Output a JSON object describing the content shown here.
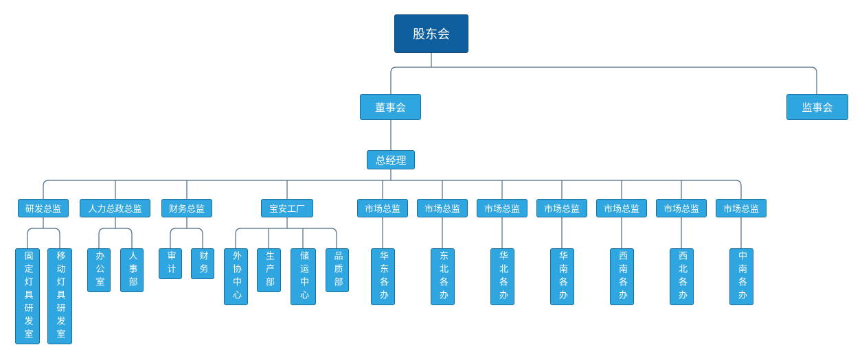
{
  "chart": {
    "root": "股东会",
    "board": "董事会",
    "supervisory_board": "监事会",
    "general_manager": "总经理",
    "directors": [
      {
        "label": "研发总监",
        "units": [
          "固定灯具研发室",
          "移动灯具研发室"
        ]
      },
      {
        "label": "人力总政总监",
        "units": [
          "办公室",
          "人事部"
        ]
      },
      {
        "label": "财务总监",
        "units": [
          "审计",
          "财务"
        ]
      },
      {
        "label": "宝安工厂",
        "units": [
          "外协中心",
          "生产部",
          "储运中心",
          "品质部"
        ]
      },
      {
        "label": "市场总监",
        "units": [
          "华东各办"
        ]
      },
      {
        "label": "市场总监",
        "units": [
          "东北各办"
        ]
      },
      {
        "label": "市场总监",
        "units": [
          "华北各办"
        ]
      },
      {
        "label": "市场总监",
        "units": [
          "华南各办"
        ]
      },
      {
        "label": "市场总监",
        "units": [
          "西南各办"
        ]
      },
      {
        "label": "市场总监",
        "units": [
          "西北各办"
        ]
      },
      {
        "label": "市场总监",
        "units": [
          "中南各办"
        ]
      }
    ]
  }
}
